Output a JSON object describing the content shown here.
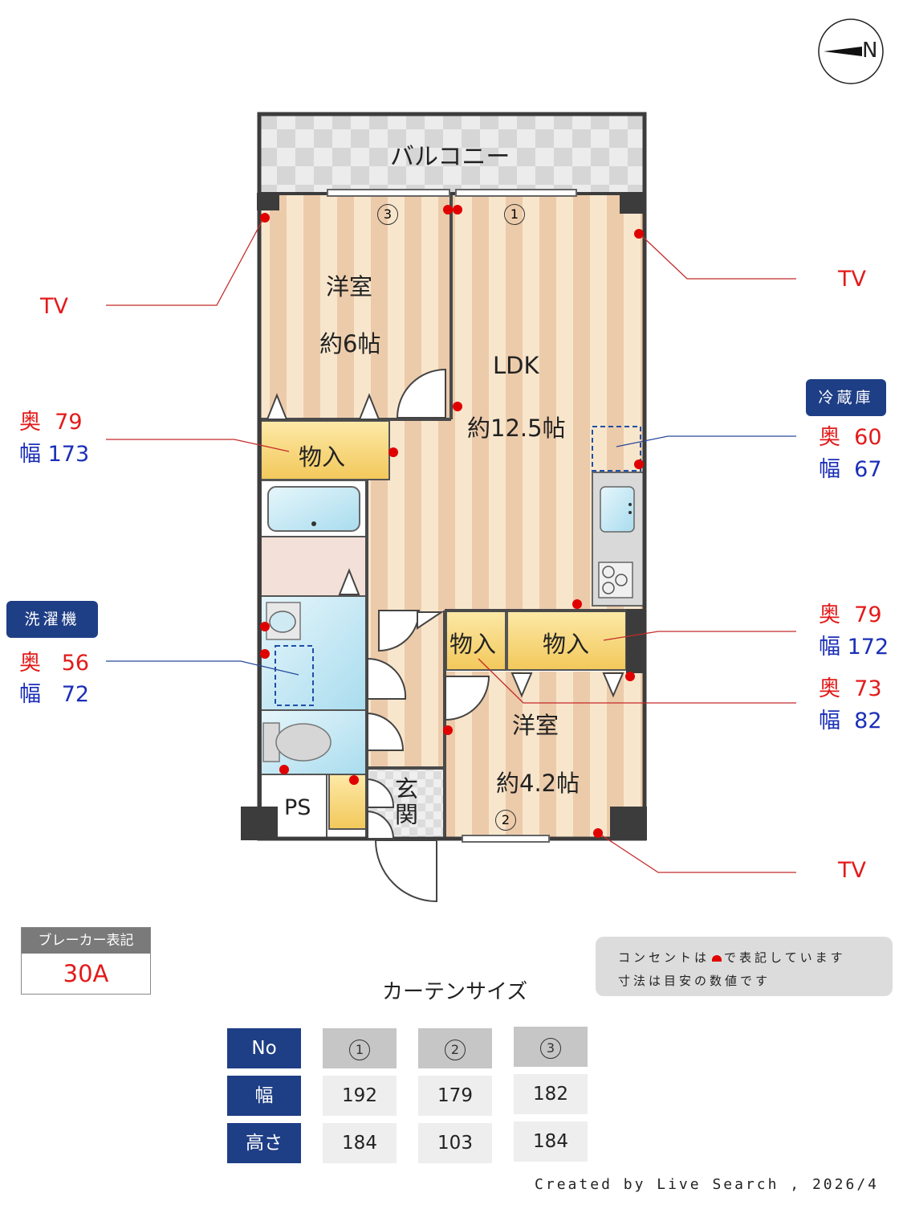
{
  "compass": {
    "label": "N"
  },
  "rooms": {
    "balcony": "バルコニー",
    "western1": {
      "name": "洋室",
      "size": "約6帖"
    },
    "ldk": {
      "name": "LDK",
      "size": "約12.5帖"
    },
    "western2": {
      "name": "洋室",
      "size": "約4.2帖"
    },
    "storage1": "物入",
    "storage2": "物入",
    "storage3": "物入",
    "ps": "PS",
    "entrance": "玄関"
  },
  "window_marks": {
    "w1": "1",
    "w2": "2",
    "w3": "3"
  },
  "tv_labels": [
    "TV",
    "TV",
    "TV"
  ],
  "dimensions": {
    "storage_left": {
      "depth_label": "奥",
      "depth": "79",
      "width_label": "幅",
      "width": "173"
    },
    "fridge": {
      "title": "冷蔵庫",
      "depth_label": "奥",
      "depth": "60",
      "width_label": "幅",
      "width": "67"
    },
    "washer": {
      "title": "洗濯機",
      "depth_label": "奥",
      "depth": "56",
      "width_label": "幅",
      "width": "72"
    },
    "storage_right_a": {
      "depth_label": "奥",
      "depth": "79",
      "width_label": "幅",
      "width": "172"
    },
    "storage_right_b": {
      "depth_label": "奥",
      "depth": "73",
      "width_label": "幅",
      "width": "82"
    }
  },
  "breaker": {
    "title": "ブレーカー表記",
    "value": "30A"
  },
  "note": {
    "line1_a": "コンセントは",
    "line1_b": "で表記しています",
    "line2": "寸法は目安の数値です"
  },
  "curtain": {
    "title": "カーテンサイズ",
    "header": "No",
    "row_labels": [
      "幅",
      "高さ"
    ],
    "columns": [
      "1",
      "2",
      "3"
    ],
    "widths": [
      "192",
      "179",
      "182"
    ],
    "heights": [
      "184",
      "103",
      "184"
    ]
  },
  "credit": "Created by Live Search , 2026/4",
  "colors": {
    "outlet": "#e00000",
    "badge": "#1e3e86",
    "wall": "#3c3c3c"
  }
}
